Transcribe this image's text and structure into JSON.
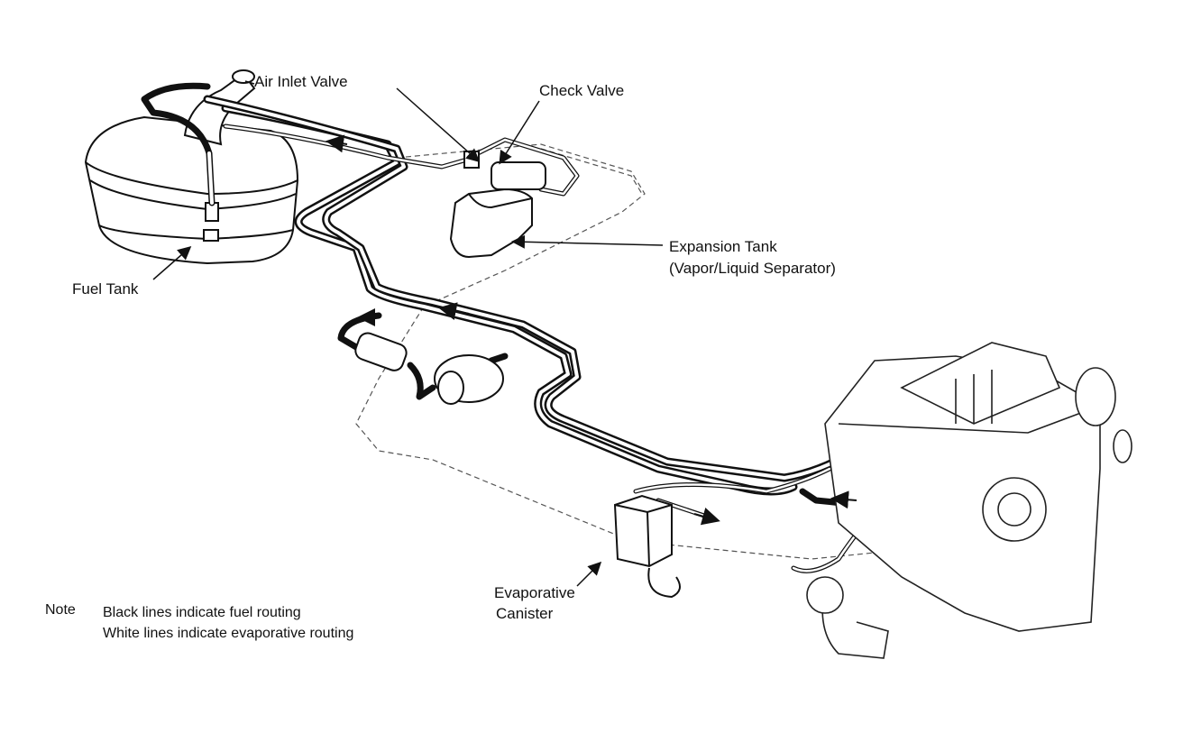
{
  "labels": {
    "air_inlet_valve": "Air Inlet Valve",
    "check_valve": "Check Valve",
    "expansion_tank_line1": "Expansion Tank",
    "expansion_tank_line2": "(Vapor/Liquid Separator)",
    "fuel_tank": "Fuel Tank",
    "evaporative_line1": "Evaporative",
    "evaporative_line2": "Canister"
  },
  "note": {
    "prefix": "Note",
    "line1": "Black lines indicate fuel routing",
    "line2": "White lines indicate evaporative routing"
  },
  "colors": {
    "ink": "#111111",
    "paper": "#ffffff"
  }
}
